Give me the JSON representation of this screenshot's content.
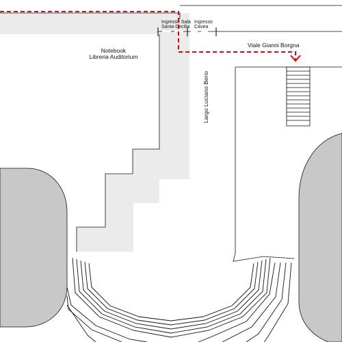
{
  "labels": {
    "notebook": "Notebook",
    "libreria": "Libreria Auditorium",
    "ingresso_sala_line1": "Ingresso Sala",
    "ingresso_sala_line2": "Santa Cecilia",
    "ingresso_cavea_line1": "Ingresso",
    "ingresso_cavea_line2": "Cavea",
    "viale": "Viale Gianni Borgna",
    "largo": "Largo Luciano Berio"
  },
  "colors": {
    "route": "#e3000f",
    "building_fill": "#c8c8c8",
    "pavement_fill": "#ebebeb",
    "line": "#111111"
  }
}
